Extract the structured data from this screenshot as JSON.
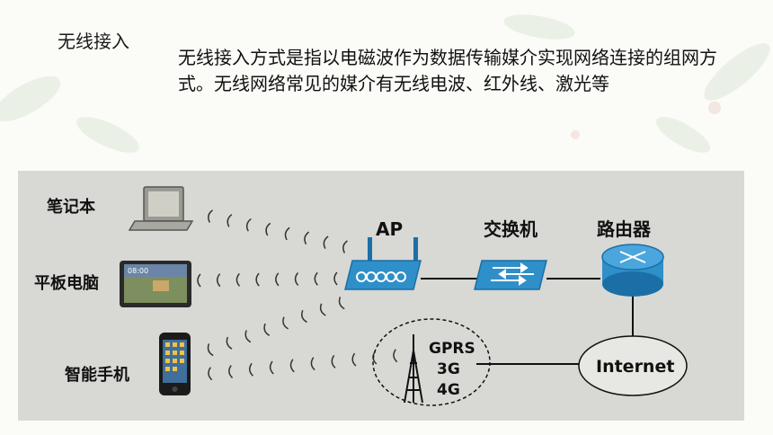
{
  "slide": {
    "heading": "无线接入",
    "body": "无线接入方式是指以电磁波作为数据传输媒介实现网络连接的组网方式。无线网络常见的媒介有无线电波、红外线、激光等"
  },
  "diagram": {
    "devices": {
      "laptop": "笔记本",
      "tablet": "平板电脑",
      "phone": "智能手机"
    },
    "network": {
      "ap": "AP",
      "switch": "交换机",
      "router": "路由器",
      "internet": "Internet",
      "mobile": [
        "GPRS",
        "3G",
        "4G"
      ]
    },
    "tablet_screen_time": "08:00",
    "colors": {
      "panel": "#d8d8d5",
      "device_blue": "#2e8fc9",
      "device_blue_dark": "#1b6fa6",
      "wave": "#333333"
    }
  }
}
